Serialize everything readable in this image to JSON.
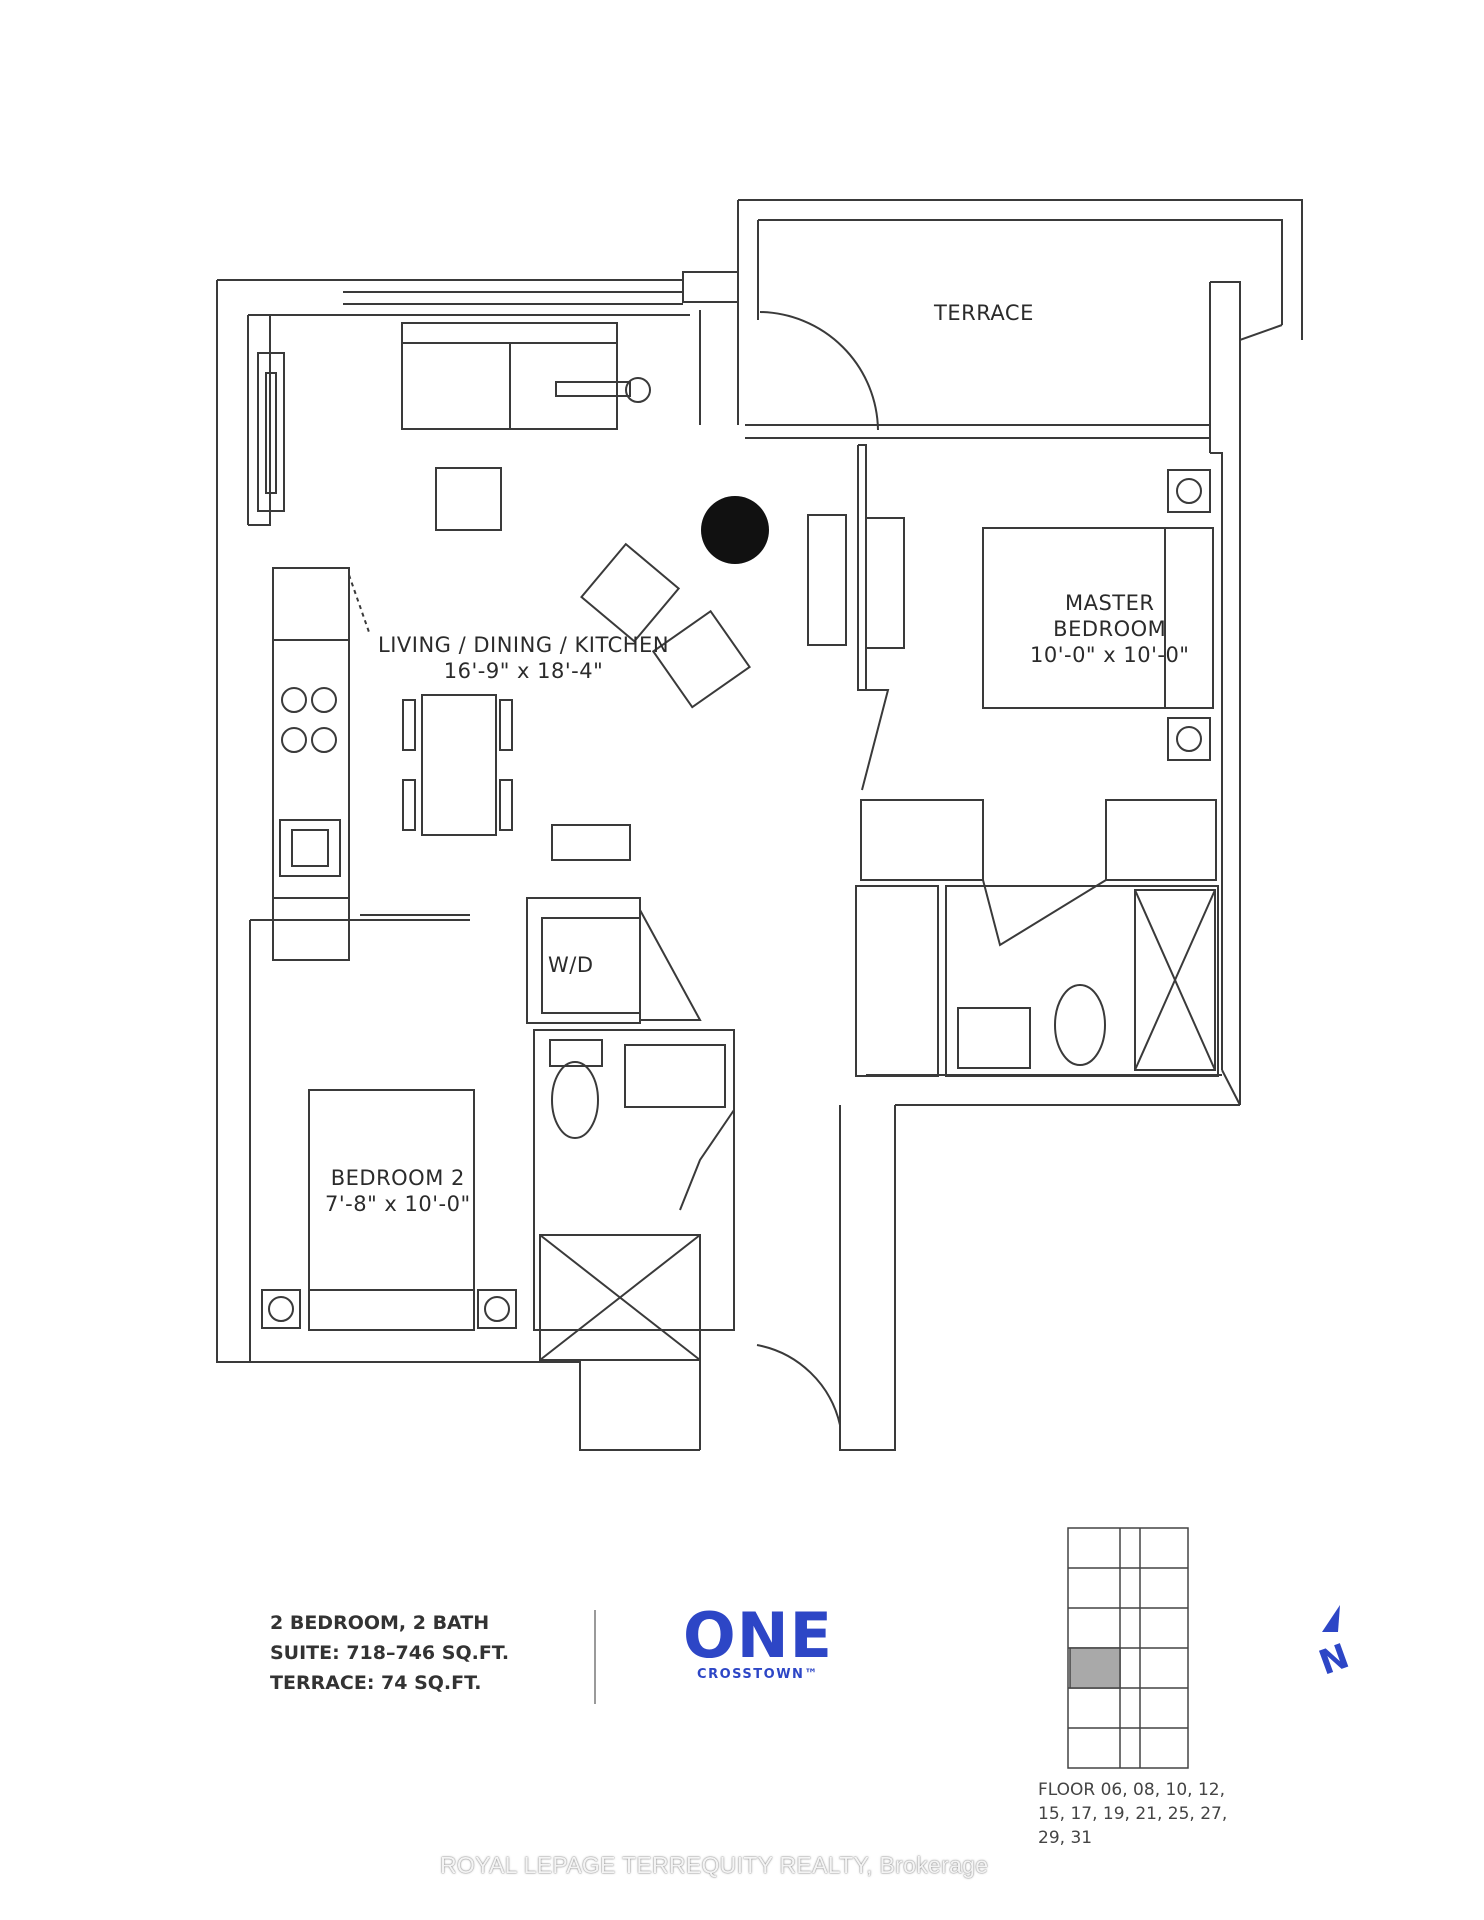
{
  "rooms": {
    "terrace": "TERRACE",
    "living_name": "LIVING / DINING / KITCHEN",
    "living_dim": "16'-9\" x 18'-4\"",
    "master_name_1": "MASTER",
    "master_name_2": "BEDROOM",
    "master_dim": "10'-0\" x 10'-0\"",
    "bedroom2_name": "BEDROOM 2",
    "bedroom2_dim": "7'-8\" x 10'-0\"",
    "laundry": "W/D"
  },
  "suite_info": {
    "line1": "2 BEDROOM, 2 BATH",
    "line2": "SUITE: 718–746 SQ.FT.",
    "line3": "TERRACE: 74 SQ.FT."
  },
  "brand": {
    "name": "ONE",
    "sub": "CROSSTOWN™"
  },
  "floors": {
    "line1": "FLOOR 06, 08, 10, 12,",
    "line2": "15, 17, 19, 21, 25, 27,",
    "line3": "29, 31"
  },
  "compass": {
    "label": "N",
    "color": "#2d46c6"
  },
  "watermark": "ROYAL LEPAGE TERREQUITY REALTY, Brokerage",
  "colors": {
    "line": "#3a3a3a",
    "brand": "#2d46c6",
    "highlight": "#a9a9a9"
  }
}
